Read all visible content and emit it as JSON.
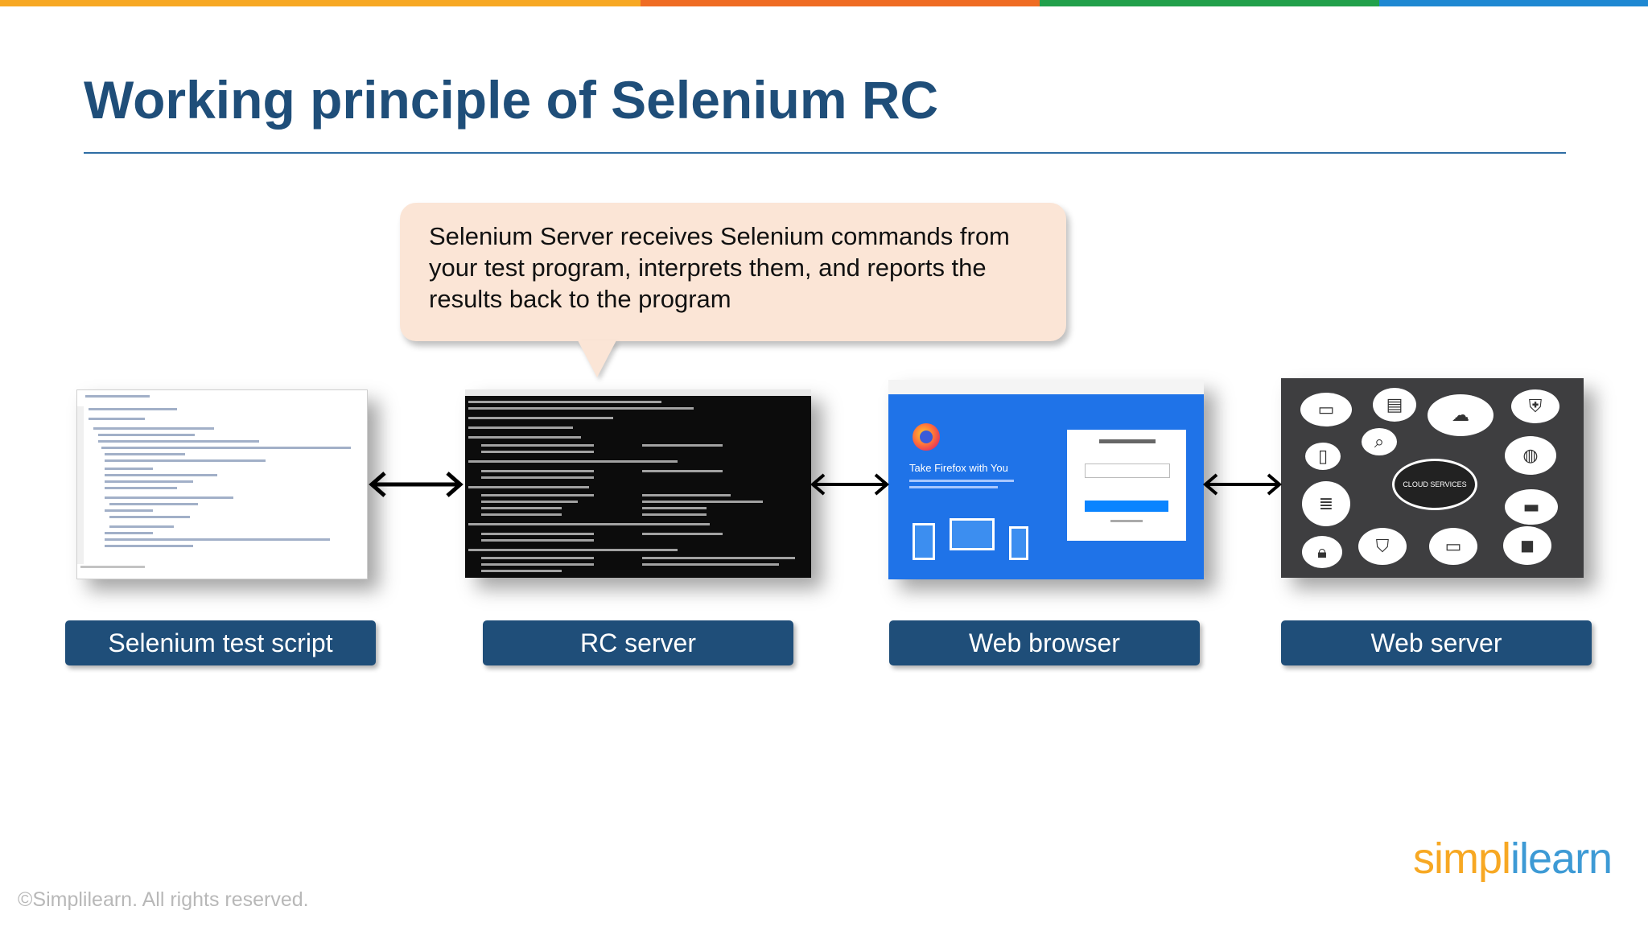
{
  "top_bar_colors": [
    "#f7a823",
    "#ef6c23",
    "#22a04b",
    "#1e88d2"
  ],
  "slide": {
    "title": "Working principle of Selenium RC",
    "callout": "Selenium Server receives Selenium commands from your test program, interprets them, and reports the results back to the program"
  },
  "thumbnails": {
    "firefox_heading": "Take Firefox with You",
    "cloud_center": "CLOUD SERVICES"
  },
  "components": [
    {
      "label": "Selenium test script"
    },
    {
      "label": "RC server"
    },
    {
      "label": "Web browser"
    },
    {
      "label": "Web server"
    }
  ],
  "footer": {
    "copyright": "©Simplilearn. All rights reserved.",
    "brand_part1": "simpl",
    "brand_part2": "ilearn"
  },
  "colors": {
    "title": "#1f4e79",
    "label_bg": "#1f4e79",
    "callout_bg": "#fbe5d6"
  }
}
